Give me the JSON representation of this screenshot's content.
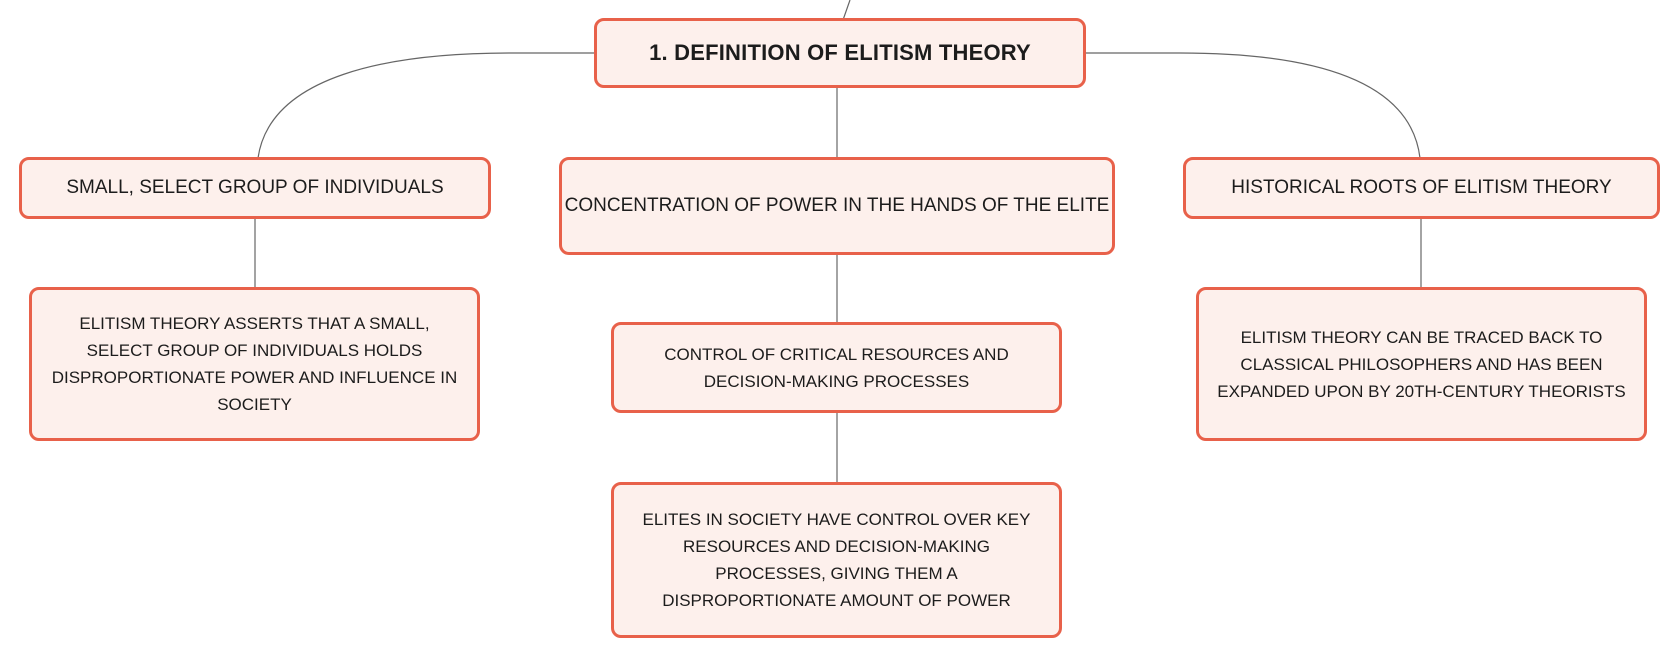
{
  "mindmap": {
    "root": {
      "label": "1. DEFINITION OF ELITISM THEORY"
    },
    "branches": [
      {
        "label": "SMALL, SELECT GROUP OF INDIVIDUALS",
        "children": [
          "ELITISM THEORY ASSERTS THAT A SMALL, SELECT GROUP OF INDIVIDUALS HOLDS DISPROPORTIONATE POWER AND INFLUENCE IN SOCIETY"
        ]
      },
      {
        "label": "CONCENTRATION OF POWER IN THE HANDS OF THE ELITE",
        "children": [
          "CONTROL OF CRITICAL RESOURCES AND DECISION-MAKING PROCESSES",
          "ELITES IN SOCIETY HAVE CONTROL OVER KEY RESOURCES AND DECISION-MAKING PROCESSES, GIVING THEM A DISPROPORTIONATE AMOUNT OF POWER"
        ]
      },
      {
        "label": "HISTORICAL ROOTS OF ELITISM THEORY",
        "children": [
          "ELITISM THEORY CAN BE TRACED BACK TO CLASSICAL PHILOSOPHERS AND HAS BEEN EXPANDED UPON BY 20TH-CENTURY THEORISTS"
        ]
      }
    ],
    "colors": {
      "node_fill": "#fdf0ec",
      "node_border": "#e8614a",
      "connector": "#666666",
      "text": "#1c1c1c"
    }
  }
}
